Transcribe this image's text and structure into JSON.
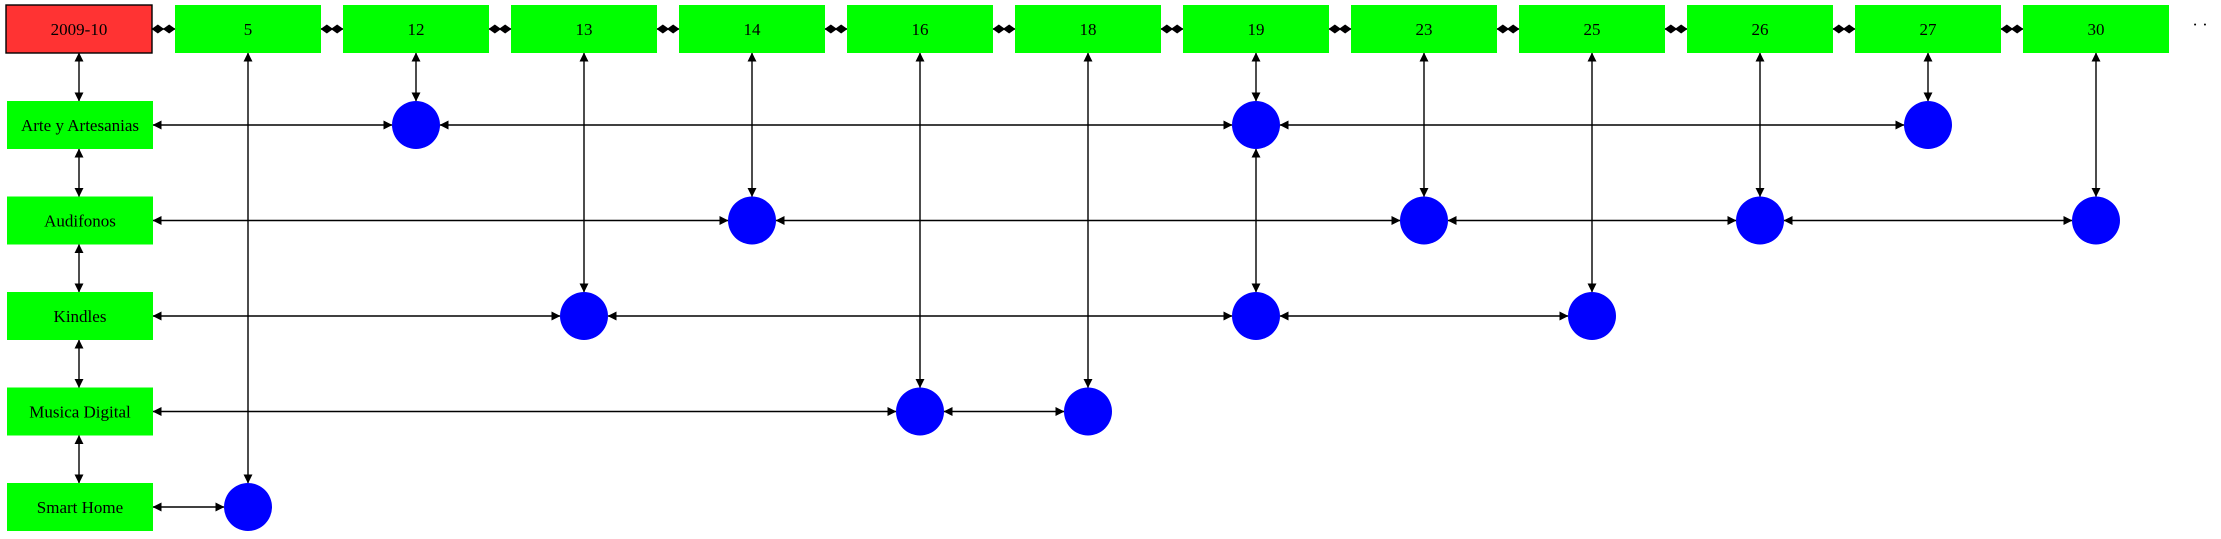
{
  "diagram": {
    "root_label": "2009-10",
    "day_labels": [
      "5",
      "12",
      "13",
      "14",
      "16",
      "18",
      "19",
      "23",
      "25",
      "26",
      "27",
      "30"
    ],
    "category_labels": [
      "Arte y Artesanias",
      "Audifonos",
      "Kindles",
      "Musica Digital",
      "Smart Home"
    ],
    "continuation": "· ·",
    "events": [
      {
        "category": "Arte y Artesanias",
        "days": [
          "12",
          "19",
          "27"
        ]
      },
      {
        "category": "Audifonos",
        "days": [
          "14",
          "23",
          "26",
          "30"
        ]
      },
      {
        "category": "Kindles",
        "days": [
          "13",
          "19",
          "25"
        ]
      },
      {
        "category": "Musica Digital",
        "days": [
          "16",
          "18"
        ]
      },
      {
        "category": "Smart Home",
        "days": [
          "5"
        ]
      }
    ],
    "vertical_links": [
      {
        "day": "5",
        "to": "Smart Home"
      },
      {
        "day": "12",
        "to": "Arte y Artesanias"
      },
      {
        "day": "13",
        "to": "Kindles"
      },
      {
        "day": "14",
        "to": "Audifonos"
      },
      {
        "day": "16",
        "to": "Musica Digital"
      },
      {
        "day": "18",
        "to": "Musica Digital"
      },
      {
        "day": "19",
        "to": "Arte y Artesanias"
      },
      {
        "day": "23",
        "to": "Audifonos"
      },
      {
        "day": "25",
        "to": "Kindles"
      },
      {
        "day": "26",
        "to": "Audifonos"
      },
      {
        "day": "27",
        "to": "Arte y Artesanias"
      },
      {
        "day": "30",
        "to": "Audifonos"
      }
    ],
    "dot_links": [
      {
        "day": "19",
        "from": "Arte y Artesanias",
        "to": "Kindles"
      }
    ],
    "colors": {
      "root_fill": "#ff3333",
      "node_fill": "#00ff00",
      "event_fill": "#0000ff",
      "edge": "#000000"
    }
  }
}
